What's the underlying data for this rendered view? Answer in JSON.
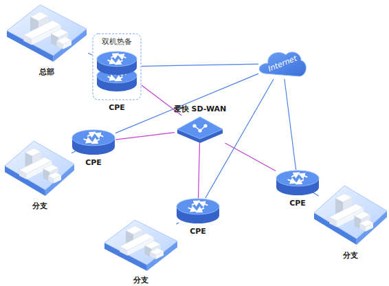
{
  "diagram": {
    "nodes": [
      {
        "text": [
          "总部"
        ]
      },
      {
        "text": [
          "双机热备",
          "CPE"
        ]
      },
      {
        "text": [
          "Internet"
        ]
      },
      {
        "text": [
          "爱快 SD-WAN"
        ]
      },
      {
        "text": [
          "CPE"
        ]
      },
      {
        "text": [
          "分支"
        ]
      },
      {
        "text": [
          "CPE"
        ]
      },
      {
        "text": [
          "分支"
        ]
      },
      {
        "text": [
          "CPE"
        ]
      },
      {
        "text": [
          "分支"
        ]
      }
    ],
    "edges": [
      {
        "from": 0,
        "to": 1,
        "arrow": "none"
      },
      {
        "from": 1,
        "to": 2,
        "arrow": "none"
      },
      {
        "from": 1,
        "to": 3,
        "arrow": "none"
      },
      {
        "from": 4,
        "to": 5,
        "arrow": "none"
      },
      {
        "from": 4,
        "to": 2,
        "arrow": "none"
      },
      {
        "from": 4,
        "to": 3,
        "arrow": "none"
      },
      {
        "from": 6,
        "to": 7,
        "arrow": "none"
      },
      {
        "from": 6,
        "to": 2,
        "arrow": "none"
      },
      {
        "from": 6,
        "to": 3,
        "arrow": "none"
      },
      {
        "from": 8,
        "to": 9,
        "arrow": "none"
      },
      {
        "from": 8,
        "to": 2,
        "arrow": "none"
      },
      {
        "from": 8,
        "to": 3,
        "arrow": "none"
      }
    ]
  }
}
